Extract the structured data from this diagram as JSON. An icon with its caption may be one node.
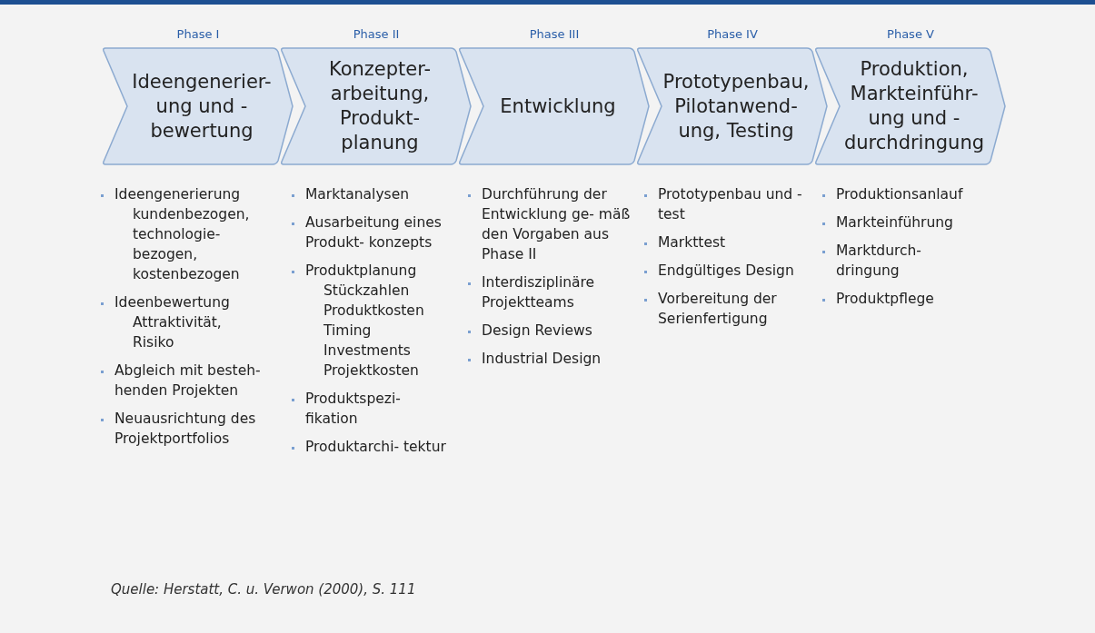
{
  "diagram": {
    "caption": "Quelle: Herstatt, C. u. Verwon (2000), S. 111",
    "nodes": [
      {
        "text": [
          "Phase I",
          "Ideengenerier- ung und -bewertung"
        ],
        "beside": [
          "Ideengenerierung",
          "kundenbezogen, technologie- bezogen, kostenbezogen",
          "Ideenbewertung",
          "Attraktivität, Risiko",
          "Abgleich mit besteh- henden Projekten",
          "Neuausrichtung des Projektportfolios"
        ]
      },
      {
        "text": [
          "Phase II",
          "Konzepter- arbeitung, Produkt- planung"
        ],
        "beside": [
          "Marktanalysen",
          "Ausarbeitung eines Produkt- konzepts",
          "Produktplanung",
          "Stückzahlen",
          "Produktkosten",
          "Timing",
          "Investments",
          "Projektkosten",
          "Produktspezi- fikation",
          "Produktarchi- tektur"
        ]
      },
      {
        "text": [
          "Phase III",
          "Entwicklung"
        ],
        "beside": [
          "Durchführung der Entwicklung ge- mäß den Vorgaben aus Phase II",
          "Interdisziplinäre Projektteams",
          "Design Reviews",
          "Industrial Design"
        ]
      },
      {
        "text": [
          "Phase IV",
          "Prototypenbau, Pilotanwend- ung, Testing"
        ],
        "beside": [
          "Prototypenbau und -test",
          "Markttest",
          "Endgültiges Design",
          "Vorbereitung der Serienfertigung"
        ]
      },
      {
        "text": [
          "Phase V",
          "Produktion, Markteinführ- ung und -durchdringung"
        ],
        "beside": [
          "Produktionsanlauf",
          "Markteinführung",
          "Marktdurch- dringung",
          "Produktpflege"
        ]
      }
    ]
  }
}
